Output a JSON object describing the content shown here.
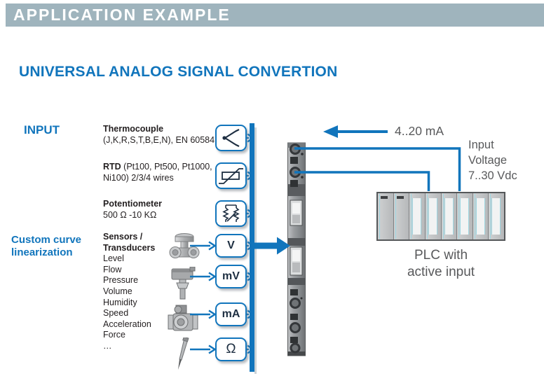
{
  "colors": {
    "accent_blue": "#1175BC",
    "header_bar_gray": "#9FB4BD",
    "dark_text": "#231F20",
    "gray_text": "#58595B"
  },
  "header": {
    "title": "APPLICATION EXAMPLE"
  },
  "page": {
    "title": "UNIVERSAL ANALOG SIGNAL CONVERTION"
  },
  "input_section": {
    "label": "INPUT",
    "custom_curve": {
      "line1": "Custom curve",
      "line2": "linearization"
    },
    "specs": [
      {
        "name": "Thermocouple",
        "detail": "(J,K,R,S,T,B,E,N), EN 60584"
      },
      {
        "name": "RTD",
        "name_suffix": " (Pt100, Pt500,  Pt1000,",
        "detail": "Ni100)  2/3/4 wires"
      },
      {
        "name": "Potentiometer",
        "detail": "500 Ω -10 KΩ"
      }
    ],
    "sensors": {
      "title_line1": "Sensors /",
      "title_line2": "Transducers",
      "items": [
        "Level",
        "Flow",
        "Pressure",
        "Volume",
        "Humidity",
        "Speed",
        "Acceleration",
        "Force",
        "…"
      ]
    }
  },
  "converter": {
    "symbol_boxes": [
      "thermocouple-symbol-icon",
      "rtd-symbol-icon",
      "potentiometer-symbol-icon"
    ],
    "value_boxes": [
      "V",
      "mV",
      "mA",
      "Ω"
    ],
    "sensor_images": [
      "valve-sensor",
      "pressure-transmitter-sensor",
      "flow-sensor",
      "temperature-probe-sensor"
    ]
  },
  "output_section": {
    "loop_label": "4..20 mA",
    "supply_lines": [
      "Input",
      "Voltage",
      "7..30 Vdc"
    ],
    "plc_caption": [
      "PLC with",
      "active input"
    ]
  }
}
